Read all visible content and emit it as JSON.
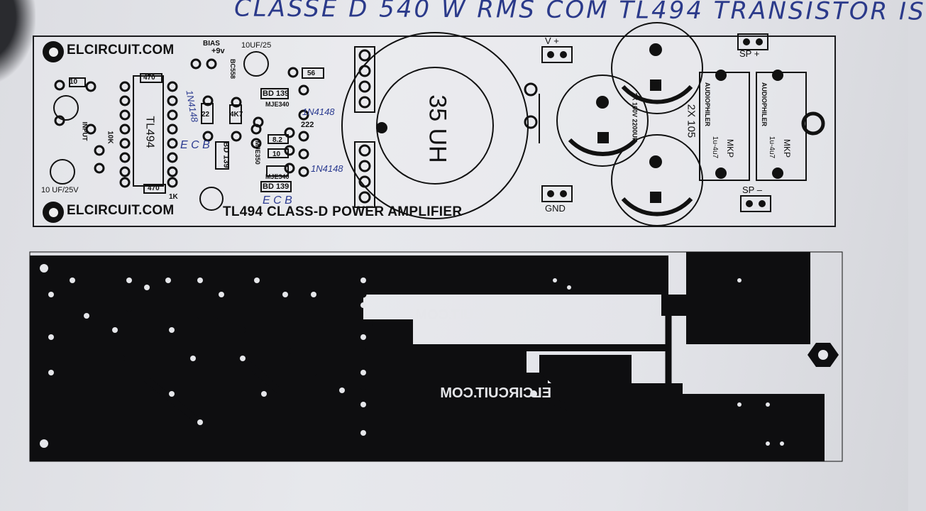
{
  "handwritten_title": "CLASSE D    540 W RMS   COM TL494   TRANSISTOR IS",
  "brand": {
    "top": "ELCIRCUIT.COM",
    "bottom": "ELCIRCUIT.COM",
    "pcb_1": "ELCIRCUIT.COM",
    "pcb_2": "ELCIRCUIT.COM"
  },
  "board_title": "TL494 CLASS-D POWER AMPLIFIER",
  "labels": {
    "bias": "BIAS",
    "plus9v": "+9v",
    "cap_top": "10UF/25",
    "cap_bottom": "10 UF/25V",
    "ic": "TL494",
    "inductor": "35 UH",
    "v_plus": "V +",
    "gnd": "GND",
    "sp_plus": "SP +",
    "sp_minus": "SP –",
    "caps": "2X 105",
    "cap_value": "2X 100V 2200UF",
    "mkp": "MKP",
    "mkp_val": "1u-4u7",
    "audiophiler": "AUDIOPHILER",
    "input": "INPUT",
    "r470_a": "470",
    "r470_b": "470",
    "r22": "22",
    "r10k": "10K",
    "r1k": "1K",
    "r10": "10",
    "c222": "222",
    "r5_6": "56",
    "r8_2": "8.2",
    "r10b": "10",
    "bd139_a": "BD 139",
    "bd139_b": "BD 139",
    "bd139_c": "BD 139",
    "mje340_a": "MJE340",
    "mje340_b": "MJE340",
    "mje350": "MJE350",
    "n4148_a": "1N4148",
    "n4148_b": "1N4148",
    "n4148_c": "1N4148",
    "ecb_1": "E  C  B",
    "ecb_2": "E  C  B",
    "bc558": "BC558",
    "r4k7": "4K7"
  }
}
